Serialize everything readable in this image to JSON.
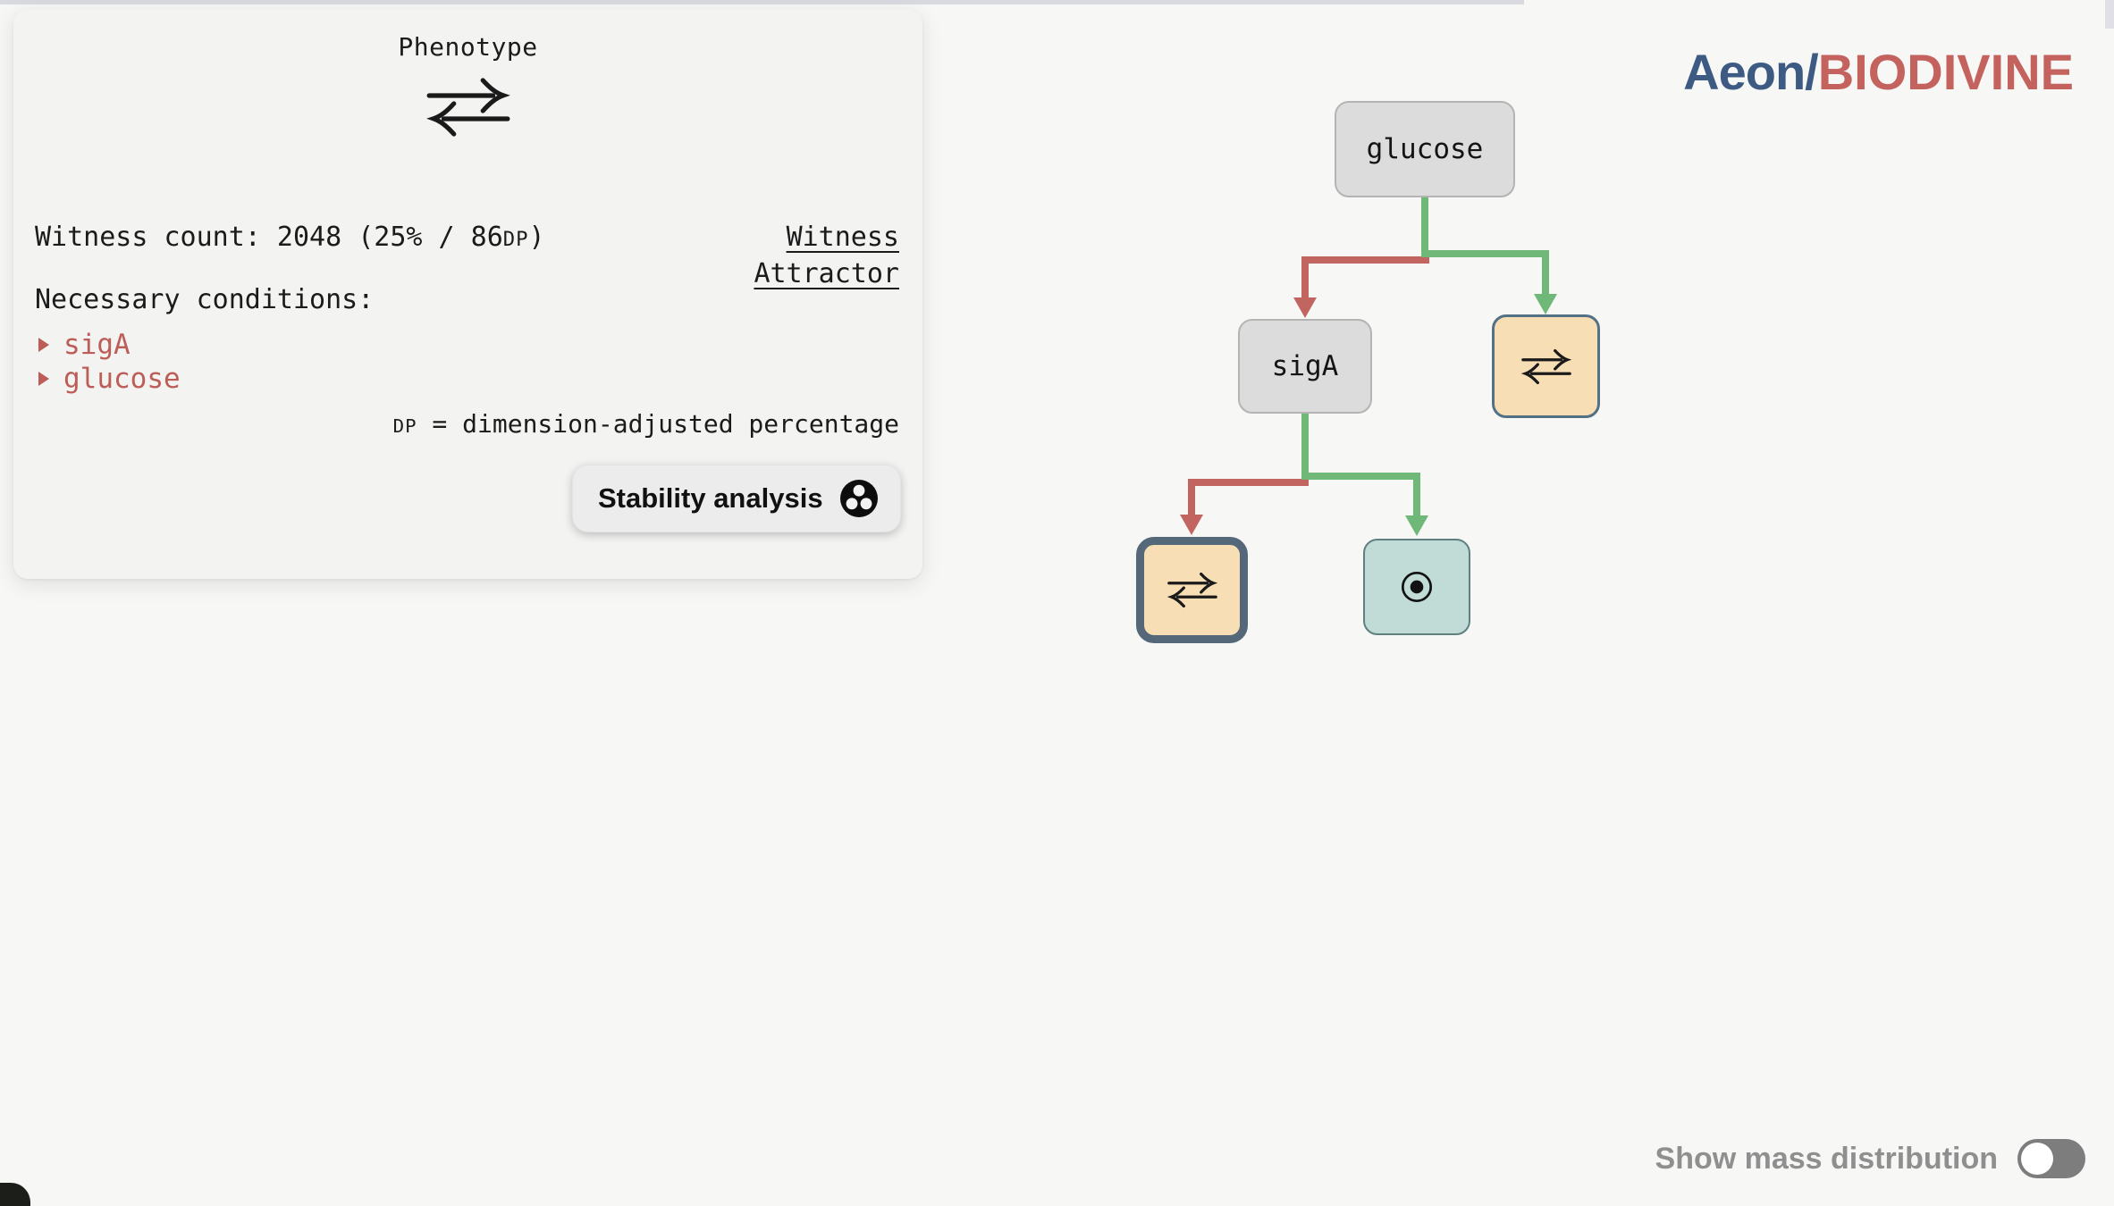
{
  "app": {
    "logo": {
      "prefix": "Aeon/",
      "suffix": "BIODIVINE",
      "prefix_color": "#3c5a82",
      "suffix_color": "#c4625e"
    }
  },
  "phenotype_panel": {
    "title": "Phenotype",
    "phenotype_icon": "reversible-arrows-icon",
    "witness_count": {
      "prefix": "Witness count: 2048 (25% / 86",
      "unit": "DP",
      "suffix": ")"
    },
    "links": {
      "witness": "Witness",
      "attractor": "Attractor"
    },
    "conditions_heading": "Necessary conditions:",
    "conditions": [
      {
        "label": "sigA"
      },
      {
        "label": "glucose"
      }
    ],
    "condition_color": "#bd5d57",
    "dp_note": {
      "unit": "DP",
      "text": " = dimension-adjusted percentage"
    },
    "stability_button": {
      "label": "Stability analysis",
      "icon": "stability-analysis-icon"
    }
  },
  "tree": {
    "nodes": [
      {
        "id": "glucose",
        "kind": "decision",
        "label": "glucose"
      },
      {
        "id": "sigA",
        "kind": "decision",
        "label": "sigA"
      },
      {
        "id": "right-mixed",
        "kind": "mixed-phenotype",
        "icon": "reversible-arrows-icon"
      },
      {
        "id": "left-mixed-selected",
        "kind": "mixed-phenotype",
        "icon": "reversible-arrows-icon",
        "selected": true
      },
      {
        "id": "stable",
        "kind": "stable-phenotype",
        "icon": "bullseye-icon"
      }
    ],
    "edges": [
      {
        "from": "glucose",
        "to": "sigA",
        "branch": "negative"
      },
      {
        "from": "glucose",
        "to": "right-mixed",
        "branch": "positive"
      },
      {
        "from": "sigA",
        "to": "left-mixed-selected",
        "branch": "negative"
      },
      {
        "from": "sigA",
        "to": "stable",
        "branch": "positive"
      }
    ],
    "edge_colors": {
      "positive": "#6fb878",
      "negative": "#c26560"
    },
    "node_colors": {
      "decision_fill": "#dcdcdc",
      "mixed_fill": "#f7deb5",
      "stable_fill": "#c1dcd7",
      "selected_border": "#54687a"
    }
  },
  "footer": {
    "mass_toggle_label": "Show mass distribution",
    "mass_toggle_state": "off"
  }
}
